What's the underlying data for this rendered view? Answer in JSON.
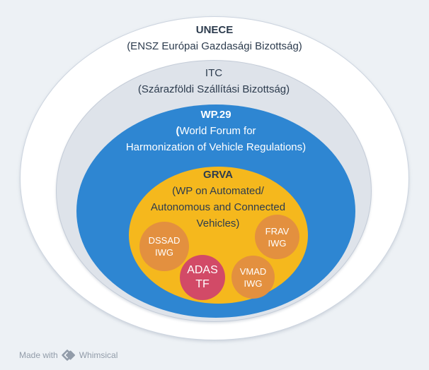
{
  "diagram": {
    "background_color": "#edf1f5",
    "text_color_dark": "#2d3c4e",
    "text_color_light": "#ffffff",
    "unece": {
      "title": "UNECE",
      "subtitle": "(ENSZ Európai Gazdasági Bizottság)",
      "fill": "#ffffff",
      "border": "#ccd4df"
    },
    "itc": {
      "title": "ITC",
      "subtitle": "(Szárazföldi Szállítási Bizottság)",
      "fill": "#dee3ea",
      "border": "#c3cbd7"
    },
    "wp29": {
      "title": "WP.29",
      "line1_paren": "(",
      "line1": "World Forum for",
      "line2": "Harmonization of Vehicle Regulations)",
      "fill": "#2e86d2"
    },
    "grva": {
      "title": "GRVA",
      "line1": "(WP on Automated/",
      "line2": "Autonomous and Connected",
      "line3": "Vehicles)",
      "fill": "#f5b81d"
    },
    "dssad": {
      "line1": "DSSAD",
      "line2": "IWG",
      "fill": "#e3903f"
    },
    "frav": {
      "line1": "FRAV",
      "line2": "IWG",
      "fill": "#e3903f"
    },
    "vmad": {
      "line1": "VMAD",
      "line2": "IWG",
      "fill": "#e3903f"
    },
    "adas": {
      "line1": "ADAS",
      "line2": "TF",
      "fill": "#d24a67"
    }
  },
  "footer": {
    "made_with": "Made with",
    "brand": "Whimsical",
    "color": "#929ca9"
  }
}
